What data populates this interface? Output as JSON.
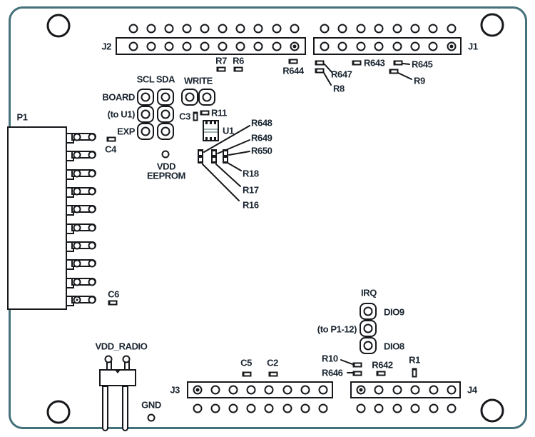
{
  "colors": {
    "ink": "#16181b",
    "outline": "#45717a",
    "text": "#1a2530"
  },
  "labels": {
    "p1": "P1",
    "j1": "J1",
    "j2": "J2",
    "j3": "J3",
    "j4": "J4",
    "u1": "U1",
    "r1": "R1",
    "r6": "R6",
    "r7": "R7",
    "r8": "R8",
    "r9": "R9",
    "r10": "R10",
    "r11": "R11",
    "r16": "R16",
    "r17": "R17",
    "r18": "R18",
    "r642": "R642",
    "r643": "R643",
    "r644": "R644",
    "r645": "R645",
    "r646": "R646",
    "r647": "R647",
    "r648": "R648",
    "r649": "R649",
    "r650": "R650",
    "c2": "C2",
    "c3": "C3",
    "c4": "C4",
    "c5": "C5",
    "c6": "C6",
    "scl": "SCL",
    "sda": "SDA",
    "write": "WRITE",
    "board": "BOARD",
    "to_u1": "(to U1)",
    "exp": "EXP",
    "vdd": "VDD",
    "eeprom": "EEPROM",
    "vdd_radio": "VDD_RADIO",
    "gnd": "GND",
    "irq": "IRQ",
    "dio9": "DIO9",
    "dio8": "DIO8",
    "to_p1_12": "(to P1-12)"
  }
}
